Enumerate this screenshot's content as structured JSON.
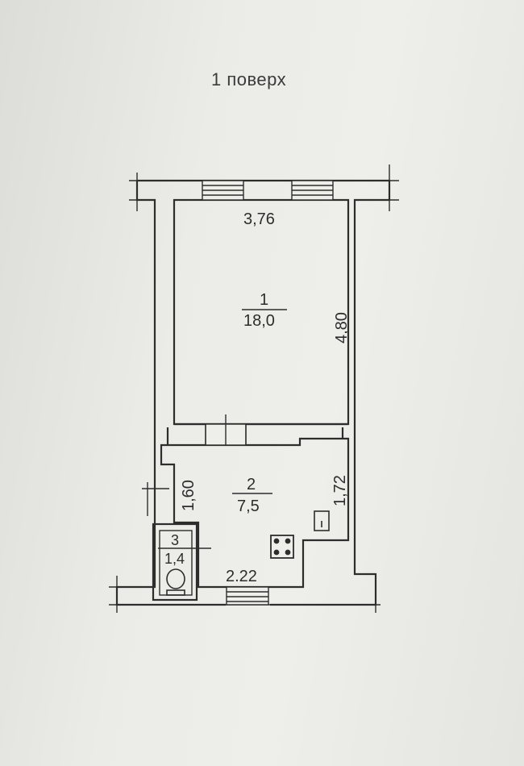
{
  "floor_label": "1 поверх",
  "rooms": [
    {
      "number": "1",
      "area": "18,0"
    },
    {
      "number": "2",
      "area": "7,5"
    },
    {
      "number": "3",
      "area": "1,4"
    }
  ],
  "dimensions": {
    "room1_width": "3,76",
    "room1_length": "4,80",
    "room2_left": "1,60",
    "room2_right": "1,72",
    "room2_bottom": "2.22"
  }
}
